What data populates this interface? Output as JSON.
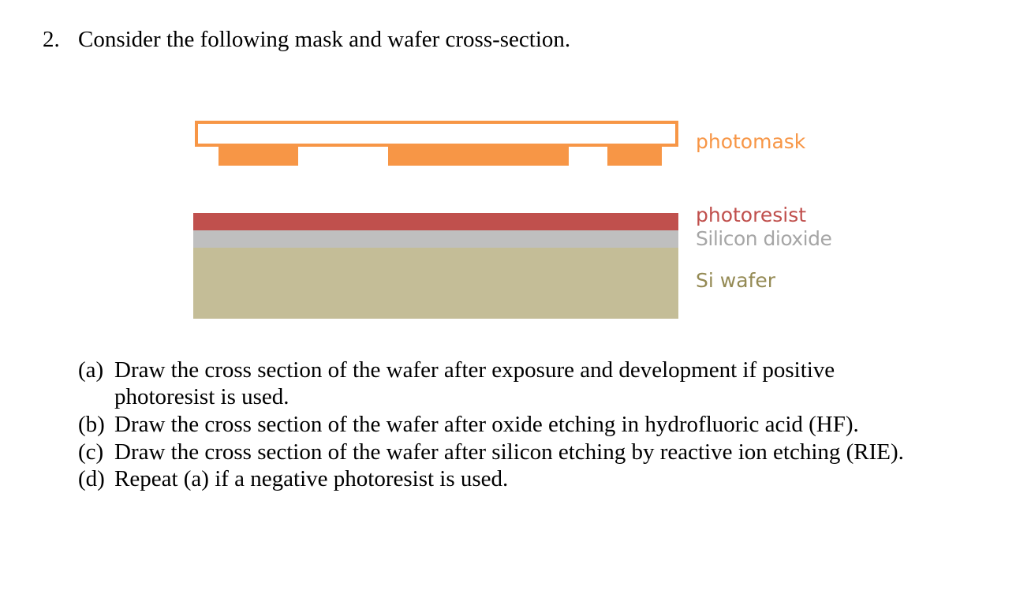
{
  "question": {
    "number": "2.",
    "text": "Consider the following mask and wafer cross-section."
  },
  "diagram": {
    "labels": {
      "photomask": "photomask",
      "photoresist": "photoresist",
      "oxide": "Silicon dioxide",
      "si": "Si wafer"
    },
    "colors": {
      "photomask": "#f79646",
      "photoresist": "#c0504d",
      "oxide": "#bfbfbf",
      "si_wafer": "#c4bd97"
    }
  },
  "parts": {
    "a": {
      "tag": "(a)",
      "line1": "Draw the cross section of the wafer after exposure and development if positive",
      "line2": "photoresist is used."
    },
    "b": {
      "tag": "(b)",
      "text": "Draw the cross section of the wafer after oxide etching in hydrofluoric acid (HF)."
    },
    "c": {
      "tag": "(c)",
      "text": "Draw the cross section of the wafer after silicon etching by reactive ion etching (RIE)."
    },
    "d": {
      "tag": "(d)",
      "text": "Repeat (a) if a negative photoresist is used."
    }
  }
}
